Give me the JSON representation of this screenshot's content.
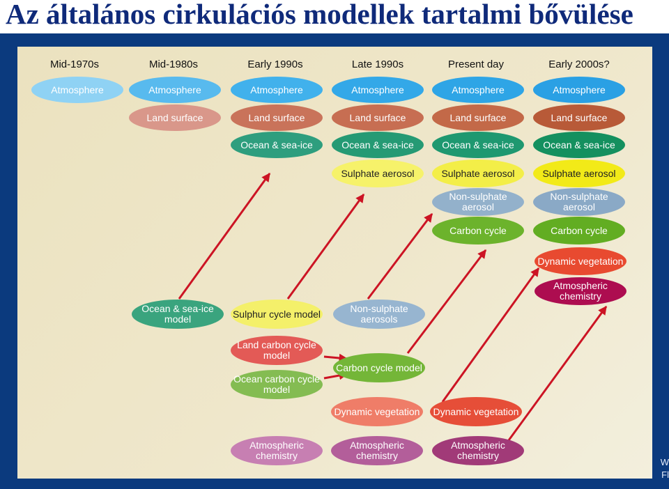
{
  "title": "Az általános cirkulációs modellek tartalmi bővülése",
  "columns": [
    "Mid-1970s",
    "Mid-1980s",
    "Early 1990s",
    "Late 1990s",
    "Present day",
    "Early 2000s?"
  ],
  "components": {
    "atmosphere": "Atmosphere",
    "land_surface": "Land surface",
    "ocean_sea_ice": "Ocean & sea-ice",
    "sulphate_aerosol": "Sulphate aerosol",
    "non_sulphate_aerosol": "Non-sulphate aerosol",
    "carbon_cycle": "Carbon cycle",
    "dynamic_vegetation": "Dynamic vegetation",
    "atmospheric_chemistry": "Atmospheric chemistry"
  },
  "models": {
    "ocean_sea_ice_model": "Ocean & sea-ice model",
    "sulphur_cycle_model": "Sulphur cycle model",
    "non_sulphate_aerosols": "Non-sulphate aerosols",
    "land_carbon_cycle_model": "Land carbon cycle model",
    "ocean_carbon_cycle_model": "Ocean carbon cycle model",
    "carbon_cycle_model": "Carbon cycle model",
    "dynamic_vegetation": "Dynamic vegetation",
    "atmospheric_chemistry": "Atmospheric chemistry"
  },
  "colors": {
    "atmosphere": "#2fa8e8",
    "land_surface": "#c9704f",
    "ocean_sea_ice": "#1f9a6e",
    "sulphate_aerosol": "#f5ec3a",
    "non_sulphate_aerosol": "#8fb0cc",
    "carbon_cycle": "#6ab42d",
    "dynamic_vegetation": "#e8503a",
    "atmospheric_chemistry": "#b0185a",
    "arrow": "#cc1424",
    "slide_background": "#0b3a7e",
    "title_text": "#0f2a7a"
  },
  "corner_text": [
    "W",
    "Fl"
  ]
}
